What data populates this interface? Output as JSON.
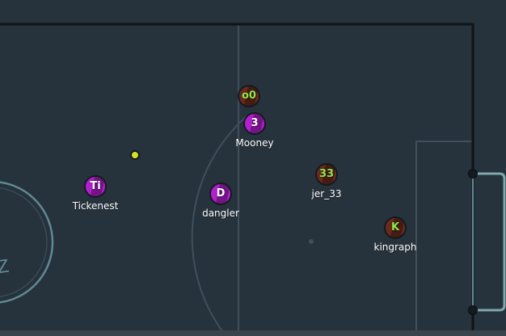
{
  "field": {
    "background": "#26323c",
    "line_color": "#4a5c68",
    "boundary_color": "#0f1418",
    "goal_color": "#7fa9ad",
    "center_circle_color": "#6f9ba0",
    "kickoff_mark": "Z"
  },
  "ball": {
    "color": "#d6e02a"
  },
  "teams": {
    "red": {
      "color": "#6b2a1e",
      "text_color": "#8ee84a"
    },
    "blue": {
      "color": "#b21fd0",
      "text_color": "#ffffff"
    }
  },
  "players": [
    {
      "id": "p-o0",
      "avatar": "o0",
      "name": "",
      "team": "red"
    },
    {
      "id": "p-mooney",
      "avatar": "3",
      "name": "Mooney",
      "team": "blue"
    },
    {
      "id": "p-tickenest",
      "avatar": "Ti",
      "name": "Tickenest",
      "team": "blue"
    },
    {
      "id": "p-dangler",
      "avatar": "D",
      "name": "dangler",
      "team": "blue"
    },
    {
      "id": "p-jer33",
      "avatar": "33",
      "name": "jer_33",
      "team": "red"
    },
    {
      "id": "p-kingraph",
      "avatar": "K",
      "name": "kingraph",
      "team": "red"
    }
  ]
}
